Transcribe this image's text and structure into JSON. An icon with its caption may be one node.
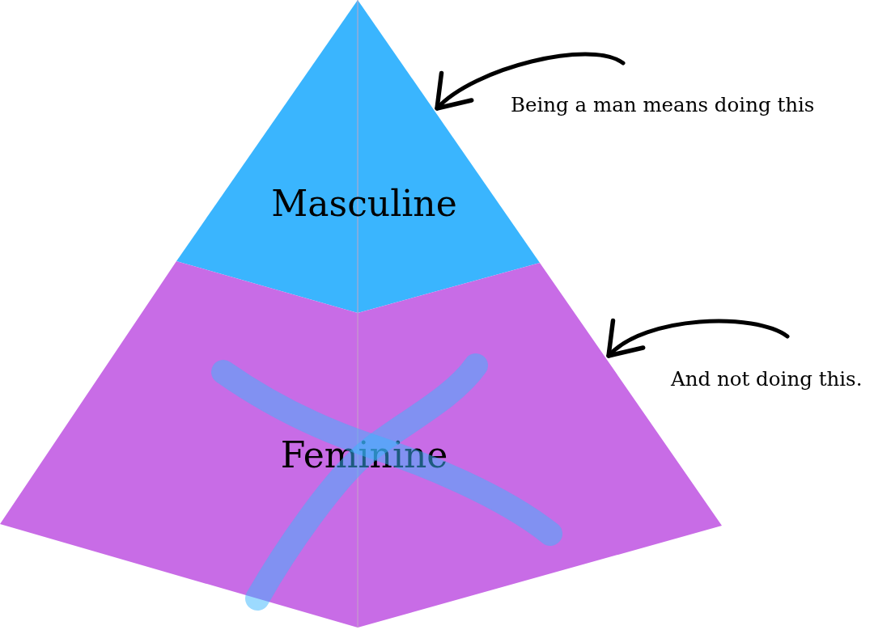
{
  "diagram": {
    "nodes": [
      {
        "text": [
          "Masculine"
        ]
      },
      {
        "text": [
          "Feminine"
        ]
      },
      {
        "text": [
          "Being a man means doing this"
        ]
      },
      {
        "text": [
          "And not doing this."
        ]
      }
    ],
    "edges": [
      {
        "from": 2,
        "to": 0,
        "arrow": "to"
      },
      {
        "from": 3,
        "to": 1,
        "arrow": "to"
      }
    ]
  }
}
